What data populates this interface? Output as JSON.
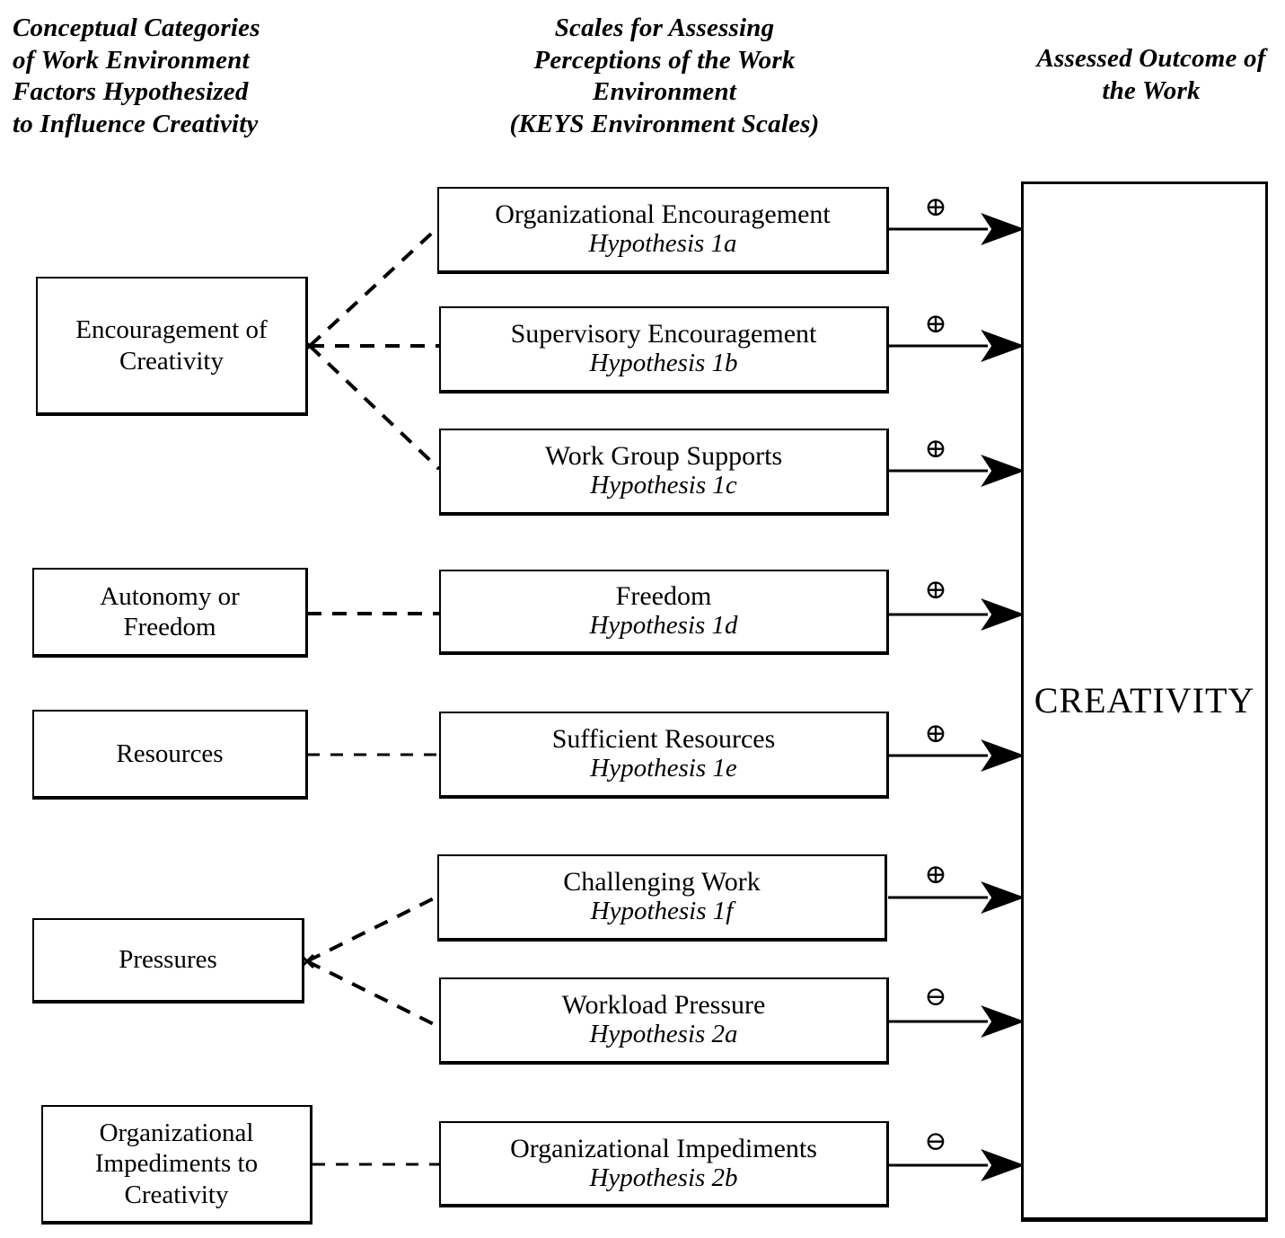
{
  "headers": {
    "left": "Conceptual Categories\nof Work Environment\nFactors Hypothesized\nto Influence Creativity",
    "middle": "Scales for Assessing\nPerceptions of the Work\nEnvironment\n(KEYS Environment  Scales)",
    "right": "Assessed Outcome of\nthe Work"
  },
  "categories": [
    {
      "id": "encouragement-of-creativity",
      "label": "Encouragement of\nCreativity"
    },
    {
      "id": "autonomy-or-freedom",
      "label": "Autonomy or\nFreedom"
    },
    {
      "id": "resources",
      "label": "Resources"
    },
    {
      "id": "pressures",
      "label": "Pressures"
    },
    {
      "id": "organizational-impediments-to-creativity",
      "label": "Organizational\nImpediments to\nCreativity"
    }
  ],
  "scales": [
    {
      "id": "organizational-encouragement",
      "title": "Organizational Encouragement",
      "hypothesis": "Hypothesis 1a",
      "sign": "⊕",
      "sign_name": "circled-plus-icon"
    },
    {
      "id": "supervisory-encouragement",
      "title": "Supervisory Encouragement",
      "hypothesis": "Hypothesis 1b",
      "sign": "⊕",
      "sign_name": "circled-plus-icon"
    },
    {
      "id": "work-group-supports",
      "title": "Work Group Supports",
      "hypothesis": "Hypothesis 1c",
      "sign": "⊕",
      "sign_name": "circled-plus-icon"
    },
    {
      "id": "freedom",
      "title": "Freedom",
      "hypothesis": "Hypothesis 1d",
      "sign": "⊕",
      "sign_name": "circled-plus-icon"
    },
    {
      "id": "sufficient-resources",
      "title": "Sufficient Resources",
      "hypothesis": "Hypothesis 1e",
      "sign": "⊕",
      "sign_name": "circled-plus-icon"
    },
    {
      "id": "challenging-work",
      "title": "Challenging Work",
      "hypothesis": "Hypothesis 1f",
      "sign": "⊕",
      "sign_name": "circled-plus-icon"
    },
    {
      "id": "workload-pressure",
      "title": "Workload Pressure",
      "hypothesis": "Hypothesis 2a",
      "sign": "⊖",
      "sign_name": "circled-minus-icon"
    },
    {
      "id": "organizational-impediments",
      "title": "Organizational Impediments",
      "hypothesis": "Hypothesis 2b",
      "sign": "⊖",
      "sign_name": "circled-minus-icon"
    }
  ],
  "outcome": {
    "label": "CREATIVITY"
  },
  "colors": {
    "ink": "#000000",
    "paper": "#ffffff"
  }
}
